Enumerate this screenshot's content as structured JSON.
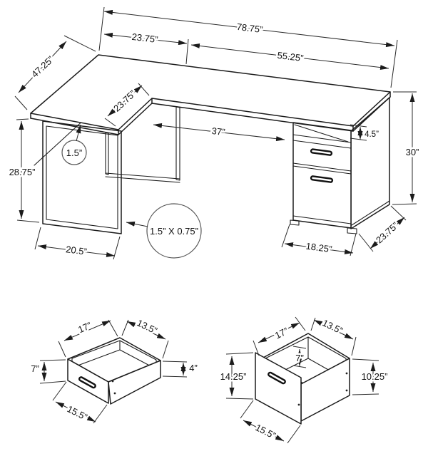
{
  "desk": {
    "overall_width": "78.75”",
    "return_top_width": "23.75”",
    "main_top_width": "55.25”",
    "return_depth": "47.25”",
    "corner_edge_depth": "23.75”",
    "knee_space_width": "37”",
    "open_shelf_height": "4.5”",
    "overall_height": "30”",
    "left_frame_height": "28.75”",
    "top_thickness": "1.5”",
    "frame_tube_size": "1.5” X 0.75”",
    "leg_frame_width": "20.5”",
    "cabinet_width": "18.25”",
    "desk_depth": "23.75”"
  },
  "small_drawer": {
    "top_width": "17”",
    "top_depth": "13.5”",
    "front_height": "7”",
    "side_height": "4”",
    "front_width": "15.5”"
  },
  "large_drawer": {
    "top_width": "17”",
    "top_depth": "13.5”",
    "inner_depth": "7”",
    "front_height": "14.25”",
    "side_height": "10.25”",
    "front_width": "15.5”"
  }
}
